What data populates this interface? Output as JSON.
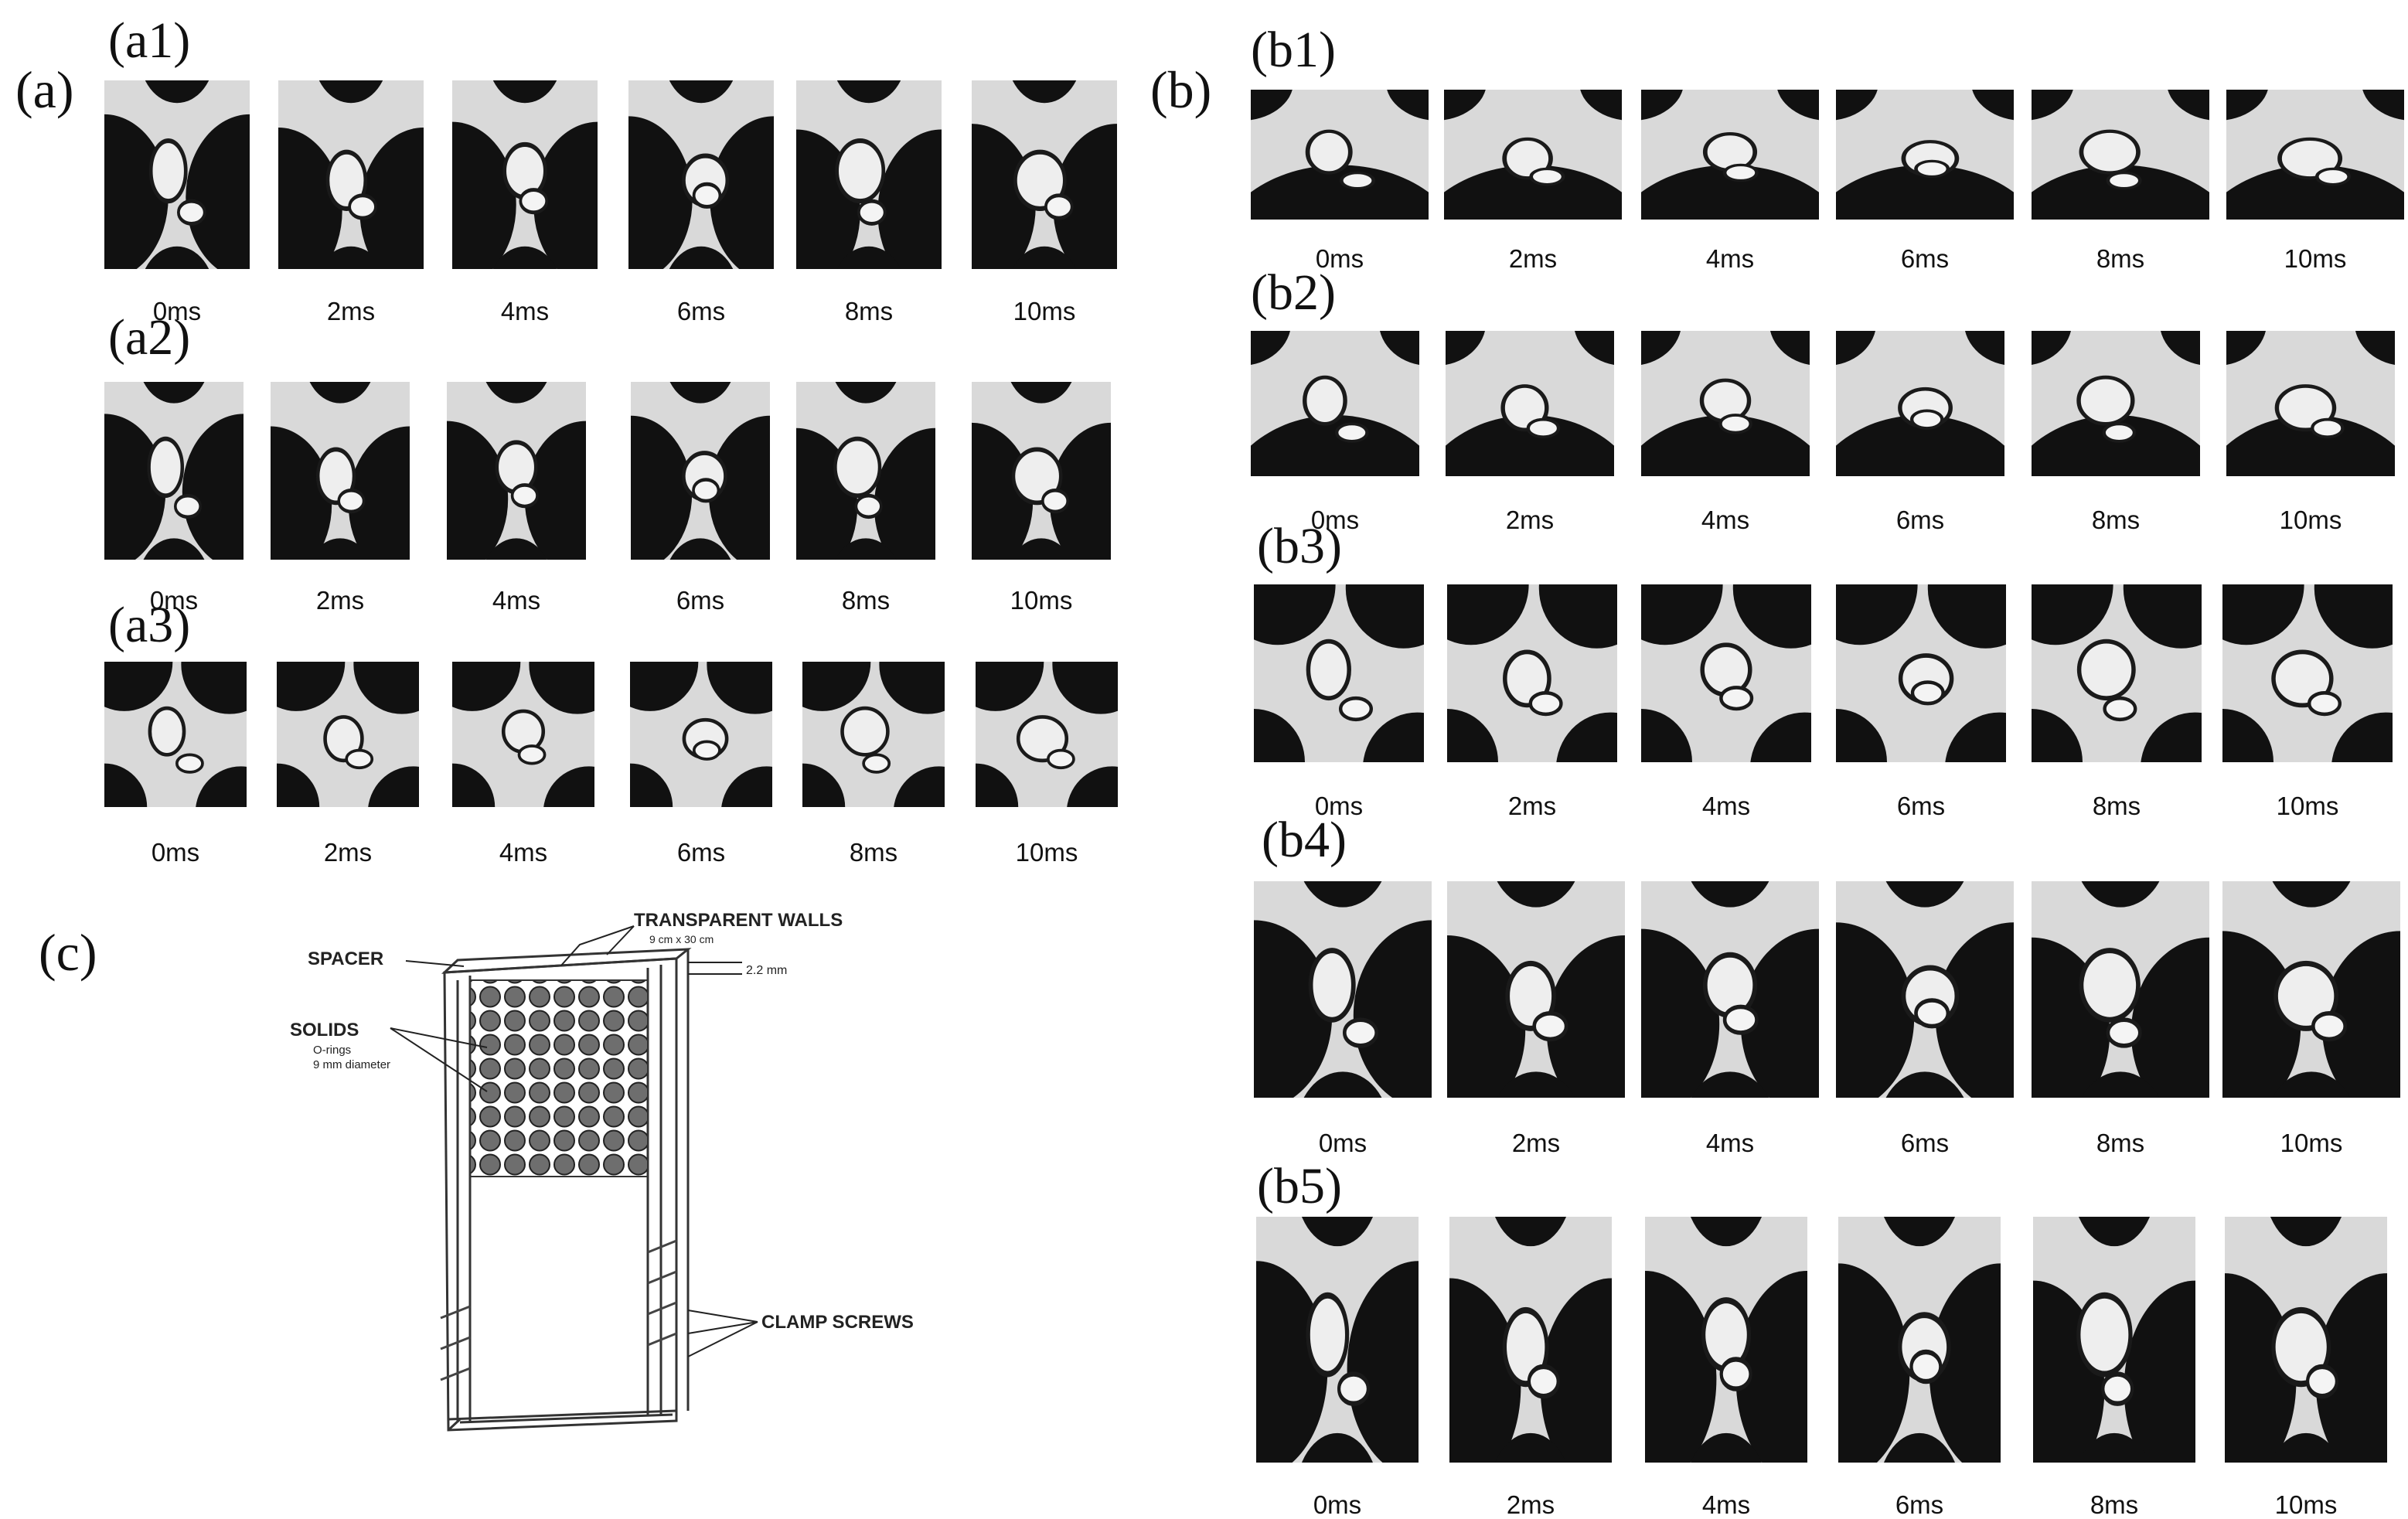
{
  "labels": {
    "a": "(a)",
    "b": "(b)",
    "c": "(c)",
    "a1": "(a1)",
    "a2": "(a2)",
    "a3": "(a3)",
    "b1": "(b1)",
    "b2": "(b2)",
    "b3": "(b3)",
    "b4": "(b4)",
    "b5": "(b5)"
  },
  "times": [
    "0ms",
    "2ms",
    "4ms",
    "6ms",
    "8ms",
    "10ms"
  ],
  "diagram": {
    "transparent_walls": "TRANSPARENT WALLS",
    "walls_size": "9 cm x 30 cm",
    "spacer": "SPACER",
    "gap": "2.2 mm",
    "solids": "SOLIDS",
    "orings": "O-rings",
    "diameter": "9 mm diameter",
    "clamp_screws": "CLAMP SCREWS"
  }
}
